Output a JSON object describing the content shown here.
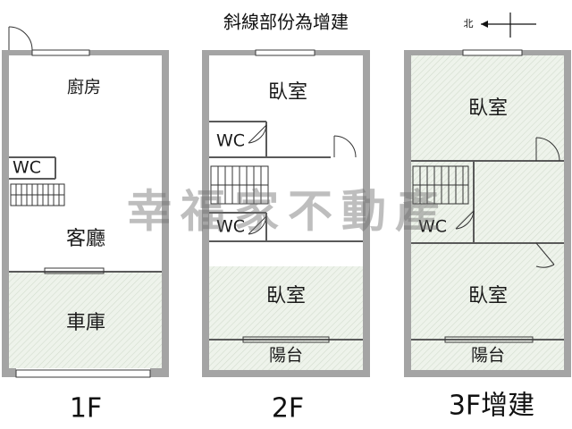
{
  "title": "斜線部份為增建",
  "north_symbol": "北",
  "watermark": "幸福家不動產",
  "floors": [
    {
      "label": "1F",
      "rooms": [
        "廚房",
        "WC",
        "客廳",
        "車庫"
      ]
    },
    {
      "label": "2F",
      "rooms": [
        "臥室",
        "WC",
        "WC",
        "臥室",
        "陽台"
      ]
    },
    {
      "label": "3F增建",
      "rooms": [
        "臥室",
        "WC",
        "臥室",
        "陽台"
      ]
    }
  ],
  "colors": {
    "hatched_area": "#e9f0e6",
    "wall": "#a4a4a4"
  }
}
